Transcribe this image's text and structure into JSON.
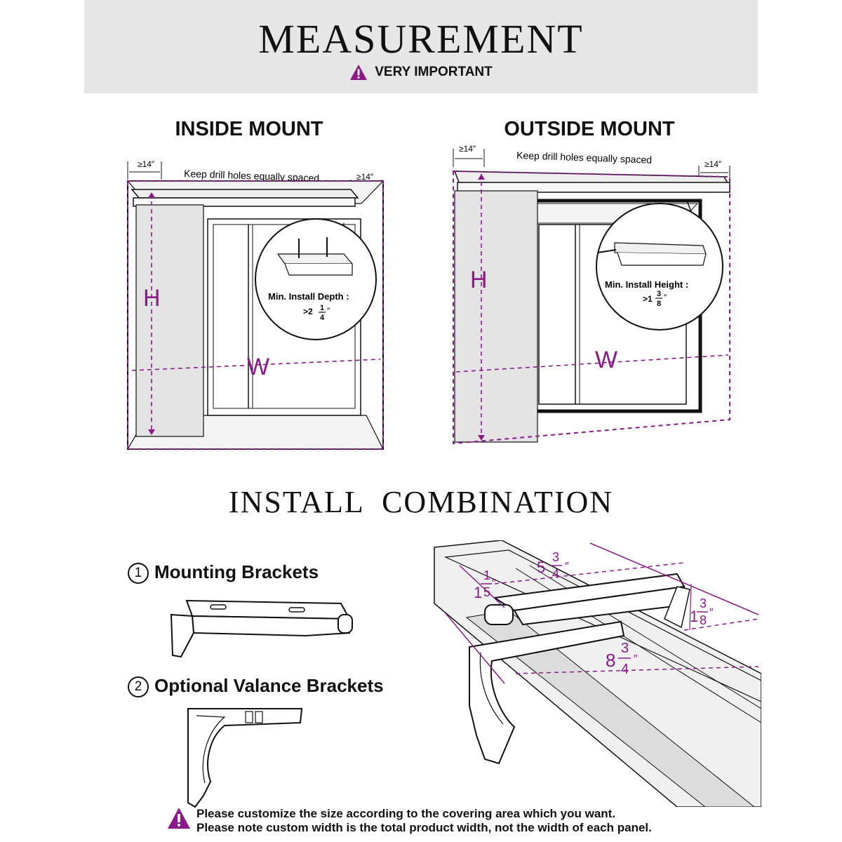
{
  "header": {
    "title": "MEASUREMENT",
    "important": "VERY IMPORTANT"
  },
  "inside_mount": {
    "heading": "INSIDE MOUNT",
    "left_gap": "≥14″",
    "right_gap": "≥14″",
    "spacing_note": "Keep drill holes equally spaced",
    "height_label": "H",
    "width_label": "W",
    "detail_caption": "Min. Install Depth :",
    "detail_prefix": ">2",
    "detail_num": "1",
    "detail_den": "4",
    "detail_unit": "″"
  },
  "outside_mount": {
    "heading": "OUTSIDE MOUNT",
    "left_gap": "≥14″",
    "right_gap": "≥14″",
    "spacing_note": "Keep drill holes equally spaced",
    "height_label": "H",
    "width_label": "W",
    "detail_caption": "Min. Install Height :",
    "detail_prefix": ">1",
    "detail_num": "3",
    "detail_den": "8",
    "detail_unit": "″"
  },
  "install": {
    "title": "INSTALL  COMBINATION",
    "item1_number": "1",
    "item1_label": "Mounting Brackets",
    "item2_number": "2",
    "item2_label": "Optional Valance Brackets"
  },
  "dimensions": {
    "d1_whole": "1",
    "d1_num": "1",
    "d1_den": "5",
    "d1_unit": "″",
    "d2_whole": "5",
    "d2_num": "3",
    "d2_den": "4",
    "d2_unit": "″",
    "d3_whole": "1",
    "d3_num": "3",
    "d3_den": "8",
    "d3_unit": "″",
    "d4_whole": "8",
    "d4_num": "3",
    "d4_den": "4",
    "d4_unit": "″"
  },
  "footer": {
    "line1": "Please customize the size according to the covering area which you want.",
    "line2": "Please note custom width is the total product width, not the width of each panel."
  },
  "colors": {
    "accent": "#8a1a8a",
    "band": "#e6e6e6",
    "warning": "#8a1a8a"
  }
}
